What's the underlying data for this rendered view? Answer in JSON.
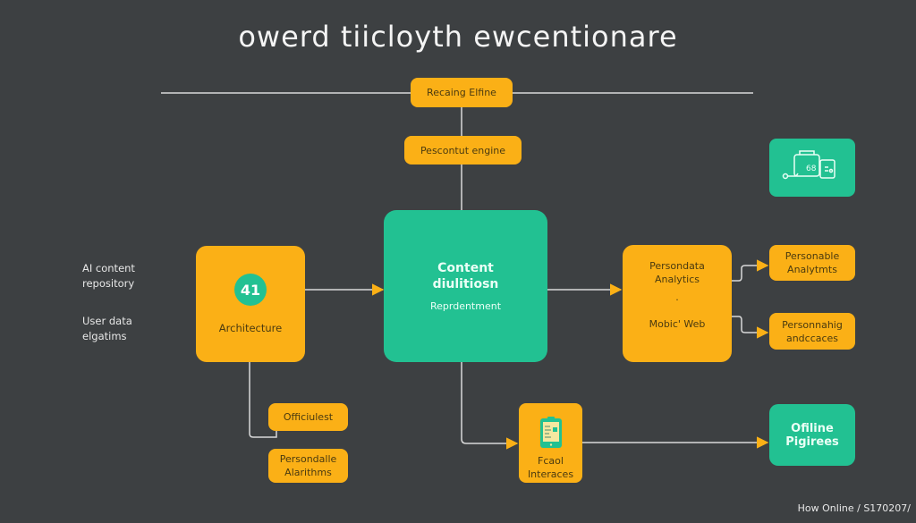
{
  "title": "owerd tiicloyth ewcentionare",
  "nodes": {
    "top": "Recaing Elfine",
    "engine": "Pescontut engine",
    "architecture": {
      "badge": "41",
      "label": "Architecture"
    },
    "center": {
      "line1": "Content",
      "line2": "diulitiosn",
      "line3": "Reprdentment"
    },
    "analytics_box": {
      "line1": "Persondata",
      "line2": "Analytics",
      "dot": "·",
      "line3": "Mobic' Web"
    },
    "right_a": {
      "line1": "Personable",
      "line2": "Analytmts"
    },
    "right_b": {
      "line1": "Personnahig",
      "line2": "andccaces"
    },
    "officiulest": "Officiulest",
    "persondalle": {
      "line1": "Persondalle",
      "line2": "Alarithms"
    },
    "interfaces": {
      "line1": "Fcaol",
      "line2": "Interaces"
    },
    "offline": {
      "line1": "Ofiline",
      "line2": "Pigirees"
    },
    "icon_box": {
      "text": "68"
    }
  },
  "side_labels": {
    "repo": {
      "line1": "AI content",
      "line2": "repository"
    },
    "user": {
      "line1": "User data",
      "line2": "elgatims"
    }
  },
  "footer": "How Online / S170207/",
  "colors": {
    "background": "#3d4042",
    "yellow": "#fbb016",
    "green": "#22c192",
    "wire": "#d9d9d9"
  }
}
